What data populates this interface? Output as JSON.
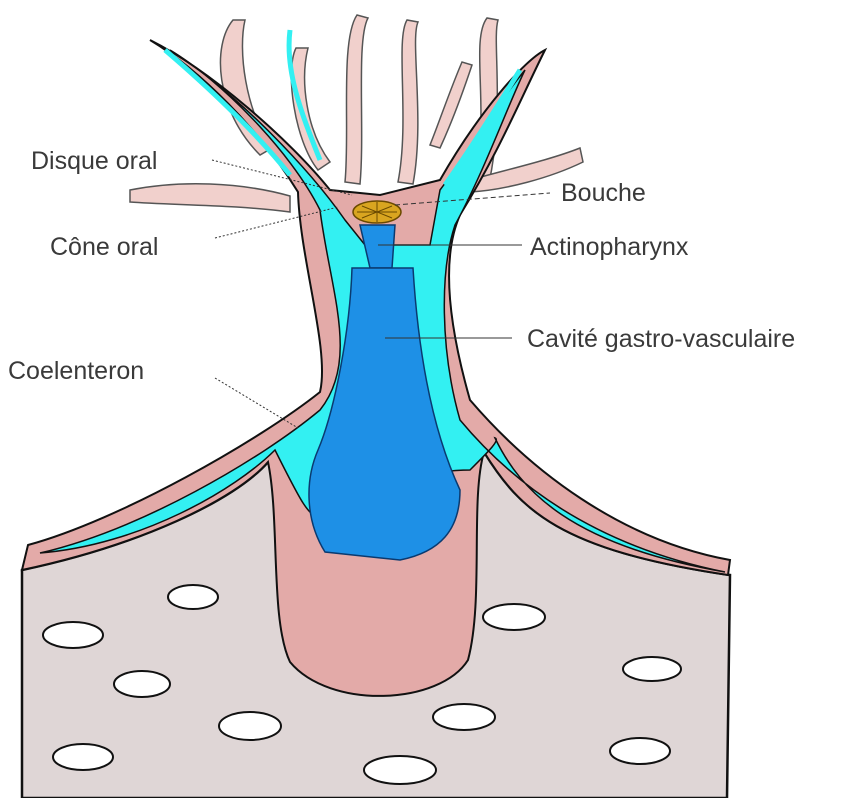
{
  "labels": {
    "disque_oral": "Disque oral",
    "bouche": "Bouche",
    "cone_oral": "Cône oral",
    "actinopharynx": "Actinopharynx",
    "cavite": "Cavité gastro-vasculaire",
    "coelenteron": "Coelenteron"
  },
  "colors": {
    "tissue_pink": "#e3aaa8",
    "tentacle_pink": "#f1d0cc",
    "cavity_cyan": "#33f0f2",
    "pharynx_blue": "#1e90e6",
    "substrate_gray": "#dfd6d6",
    "mouth_gold": "#d9a520"
  }
}
